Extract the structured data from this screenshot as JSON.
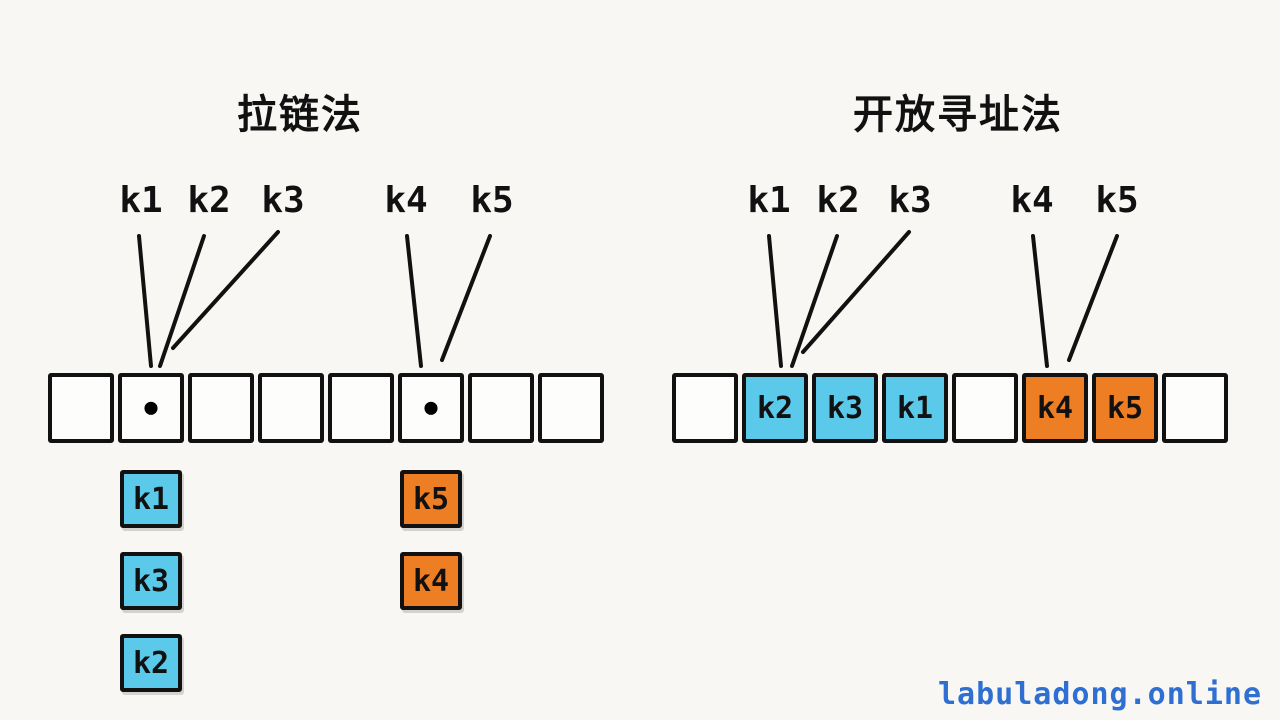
{
  "colors": {
    "slot_blue": "#5bc9e9",
    "slot_orange": "#ee7e23",
    "stroke": "#111111",
    "background": "#f8f7f4",
    "watermark_blue": "#2e6fd1"
  },
  "left": {
    "title": "拉链法",
    "labels": [
      "k1",
      "k2",
      "k3",
      "k4",
      "k5"
    ],
    "cells": [
      "",
      "●",
      "",
      "",
      "",
      "●",
      "",
      ""
    ],
    "chain_a": [
      "k1",
      "k3",
      "k2"
    ],
    "chain_b": [
      "k5",
      "k4"
    ]
  },
  "right": {
    "title": "开放寻址法",
    "labels": [
      "k1",
      "k2",
      "k3",
      "k4",
      "k5"
    ],
    "cells": [
      "",
      "k2",
      "k3",
      "k1",
      "",
      "k4",
      "k5",
      ""
    ]
  },
  "watermark": {
    "text": "labuladong.online"
  }
}
